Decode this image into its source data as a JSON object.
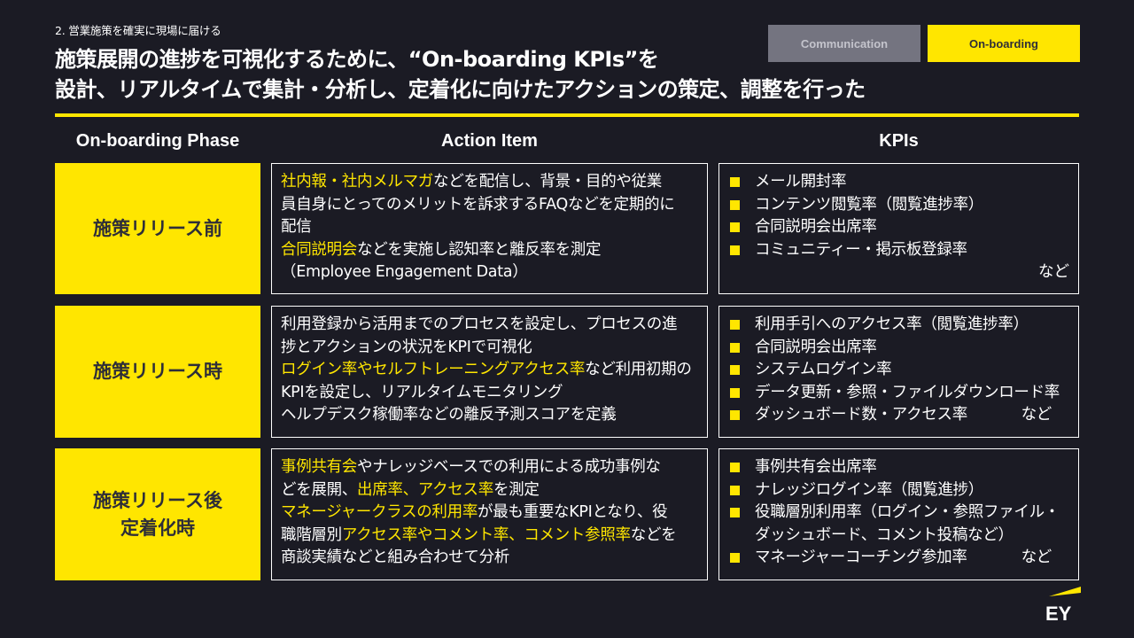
{
  "header": {
    "section_label": "2. 営業施策を確実に現場に届ける",
    "title_line1": "施策展開の進捗を可視化するために、“On-boarding KPIs”を",
    "title_line2": "設計、リアルタイムで集計・分析し、定着化に向けたアクションの策定、調整を行った"
  },
  "tabs": [
    {
      "label": "Communication",
      "active": false
    },
    {
      "label": "On-boarding",
      "active": true
    }
  ],
  "columns": {
    "phase": "On-boarding Phase",
    "action": "Action Item",
    "kpi": "KPIs"
  },
  "rows": [
    {
      "phase": "施策リリース前",
      "action_lines": [
        [
          {
            "t": "社内報・社内メルマガ",
            "hl": true
          },
          {
            "t": "などを配信し、背景・目的や従業",
            "hl": false
          }
        ],
        [
          {
            "t": "員自身にとってのメリットを訴求するFAQなどを定期的に",
            "hl": false
          }
        ],
        [
          {
            "t": "配信",
            "hl": false
          }
        ],
        [
          {
            "t": "合同説明会",
            "hl": true
          },
          {
            "t": "などを実施し認知率と離反率を測定",
            "hl": false
          }
        ],
        [
          {
            "t": "（Employee Engagement Data）",
            "hl": false
          }
        ]
      ],
      "kpis": [
        "メール開封率",
        "コンテンツ閲覧率（閲覧進捗率）",
        "合同説明会出席率",
        "コミュニティー・掲示板登録率"
      ],
      "kpi_suffix": "など"
    },
    {
      "phase": "施策リリース時",
      "action_lines": [
        [
          {
            "t": "利用登録から活用までのプロセスを設定し、プロセスの進",
            "hl": false
          }
        ],
        [
          {
            "t": "捗とアクションの状況をKPIで可視化",
            "hl": false
          }
        ],
        [
          {
            "t": "ログイン率やセルフトレーニングアクセス率",
            "hl": true
          },
          {
            "t": "など利用初期の",
            "hl": false
          }
        ],
        [
          {
            "t": "KPIを設定し、リアルタイムモニタリング",
            "hl": false
          }
        ],
        [
          {
            "t": "ヘルプデスク稼働率などの離反予測スコアを定義",
            "hl": false
          }
        ]
      ],
      "kpis": [
        "利用手引へのアクセス率（閲覧進捗率）",
        "合同説明会出席率",
        "システムログイン率",
        "データ更新・参照・ファイルダウンロード率",
        "ダッシュボード数・アクセス率"
      ],
      "kpi_suffix": "など"
    },
    {
      "phase": "施策リリース後\n定着化時",
      "action_lines": [
        [
          {
            "t": "事例共有会",
            "hl": true
          },
          {
            "t": "やナレッジベースでの利用による成功事例な",
            "hl": false
          }
        ],
        [
          {
            "t": "どを展開、",
            "hl": false
          },
          {
            "t": "出席率、アクセス率",
            "hl": true
          },
          {
            "t": "を測定",
            "hl": false
          }
        ],
        [
          {
            "t": "マネージャークラスの利用率",
            "hl": true
          },
          {
            "t": "が最も重要なKPIとなり、役",
            "hl": false
          }
        ],
        [
          {
            "t": "職階層別",
            "hl": false
          },
          {
            "t": "アクセス率やコメント率、コメント参照率",
            "hl": true
          },
          {
            "t": "などを",
            "hl": false
          }
        ],
        [
          {
            "t": "商談実績などと組み合わせて分析",
            "hl": false
          }
        ]
      ],
      "kpis": [
        "事例共有会出席率",
        "ナレッジログイン率（閲覧進捗）",
        "役職層別利用率（ログイン・参照ファイル・",
        "マネージャーコーチング参加率"
      ],
      "kpi_continuation": "ダッシュボード、コメント投稿など）",
      "kpi_suffix": "など"
    }
  ],
  "logo": {
    "text": "EY"
  },
  "colors": {
    "accent": "#ffe600",
    "background": "#1b1b24",
    "tab_inactive": "#747480"
  }
}
